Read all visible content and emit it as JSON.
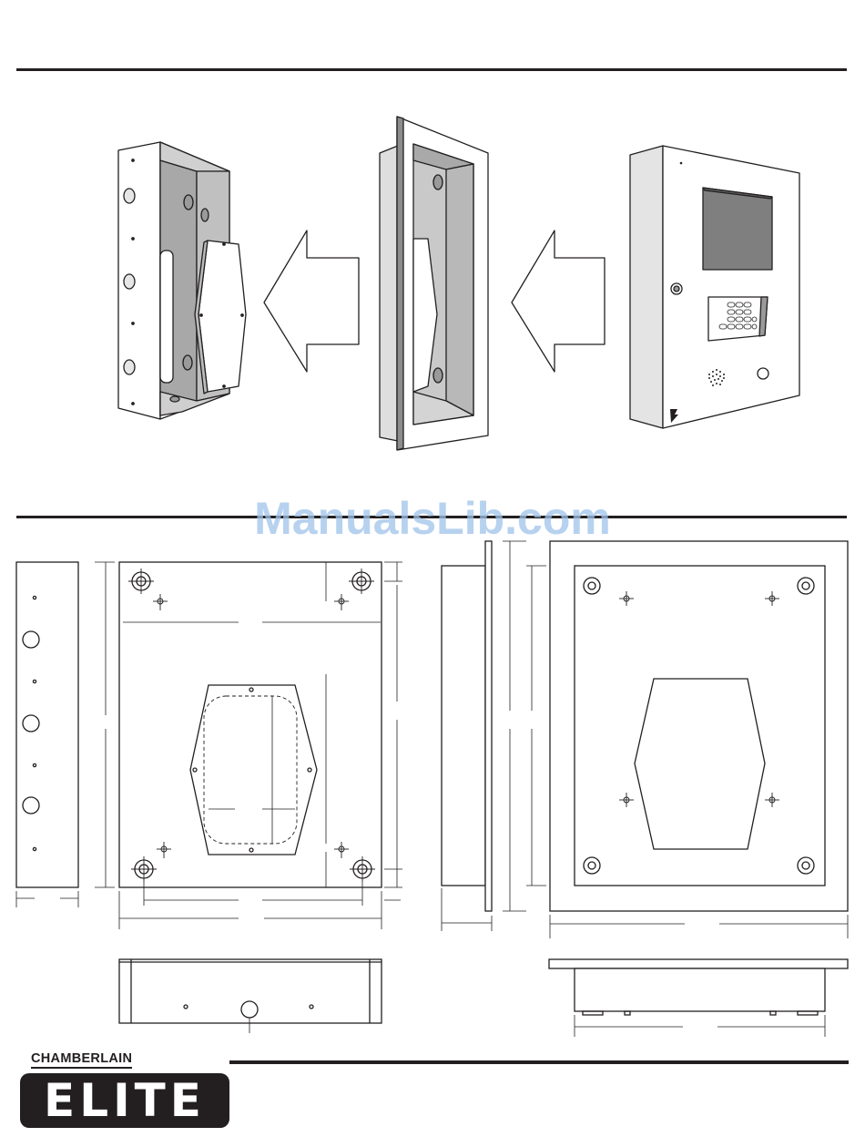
{
  "watermark": {
    "text": "ManualsLib.com"
  },
  "brand": {
    "company": "CHAMBERLAIN",
    "product": "ELITE"
  },
  "illustrations": {
    "back_box": "back-box-with-hexagon-cover",
    "flush_frame": "flush-mount-frame",
    "front_panel": "front-panel-with-display-and-keypad",
    "arrow_icon": "left-arrow-icon"
  },
  "colors": {
    "ink": "#231f20",
    "panel_face": "#ffffff",
    "box_shade": "#b5b5b5",
    "display": "#7f7f7f"
  }
}
